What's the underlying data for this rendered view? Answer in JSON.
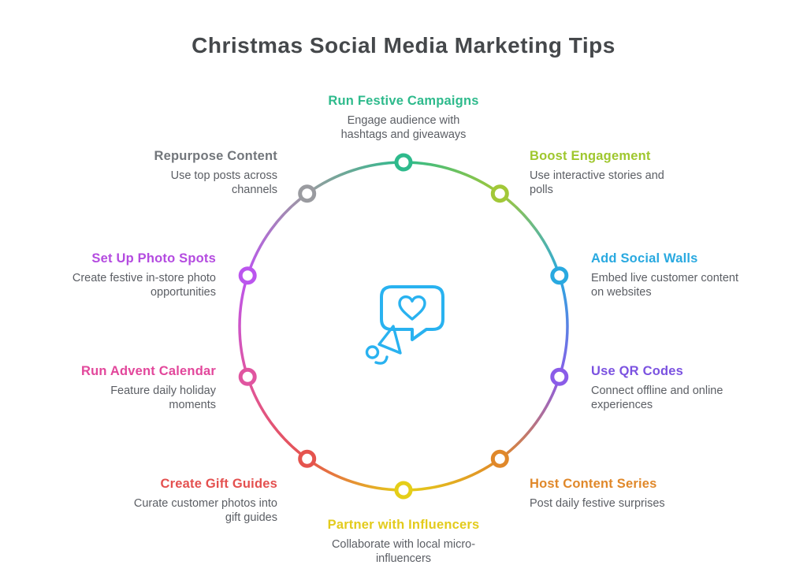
{
  "title": "Christmas Social Media Marketing Tips",
  "title_color": "#45484b",
  "description_text_color": "#5b5e64",
  "background_color": "#ffffff",
  "center_icon": {
    "name": "speech-bubble-heart-megaphone",
    "color": "#29b2f0"
  },
  "nodes": [
    {
      "title": "Run Festive Campaigns",
      "description": "Engage audience with hashtags and giveaways",
      "color": "#2eba8c",
      "ring_color": "#2eba8c"
    },
    {
      "title": "Boost Engagement",
      "description": "Use interactive stories and polls",
      "color": "#9fc72e",
      "ring_color": "#a2c838"
    },
    {
      "title": "Add Social Walls",
      "description": "Embed live customer content on websites",
      "color": "#29a9e0",
      "ring_color": "#29a9e0"
    },
    {
      "title": "Use QR Codes",
      "description": "Connect offline and online experiences",
      "color": "#7b52e0",
      "ring_color": "#8a5ce8"
    },
    {
      "title": "Host Content Series",
      "description": "Post daily festive surprises",
      "color": "#e0882a",
      "ring_color": "#e0882a"
    },
    {
      "title": "Partner with Influencers",
      "description": "Collaborate with local micro-influencers",
      "color": "#e3cb1c",
      "ring_color": "#e5ce18"
    },
    {
      "title": "Create Gift Guides",
      "description": "Curate customer photos into gift guides",
      "color": "#e4504f",
      "ring_color": "#e5544e"
    },
    {
      "title": "Run Advent Calendar",
      "description": "Feature daily holiday moments",
      "color": "#e2479b",
      "ring_color": "#e055a0"
    },
    {
      "title": "Set Up Photo Spots",
      "description": "Create festive in-store photo opportunities",
      "color": "#b44be0",
      "ring_color": "#bb55ee"
    },
    {
      "title": "Repurpose Content",
      "description": "Use top posts across channels",
      "color": "#72767b",
      "ring_color": "#9a9ba0"
    }
  ]
}
